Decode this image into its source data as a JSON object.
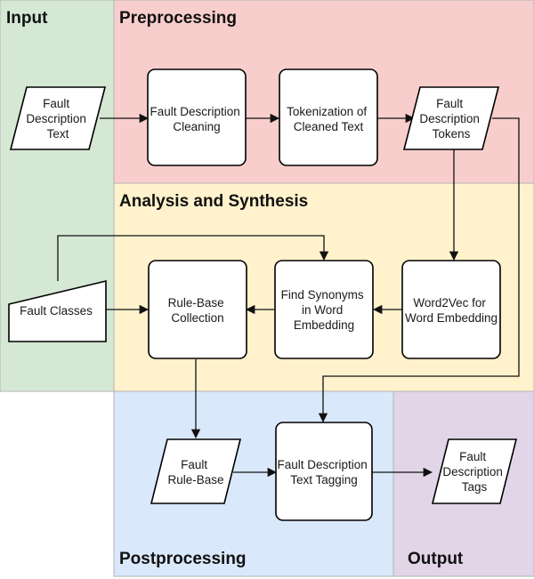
{
  "regions": {
    "input": "Input",
    "preprocessing": "Preprocessing",
    "analysis": "Analysis and Synthesis",
    "postprocessing": "Postprocessing",
    "output": "Output"
  },
  "nodes": {
    "fault_description_text": [
      "Fault",
      "Description",
      "Text"
    ],
    "fault_description_cleaning": [
      "Fault Description",
      "Cleaning"
    ],
    "tokenization": [
      "Tokenization of",
      "Cleaned Text"
    ],
    "fault_description_tokens": [
      "Fault",
      "Description",
      "Tokens"
    ],
    "fault_classes": [
      "Fault Classes"
    ],
    "rule_base_collection": [
      "Rule-Base",
      "Collection"
    ],
    "find_synonyms": [
      "Find Synonyms",
      "in Word",
      "Embedding"
    ],
    "word2vec": [
      "Word2Vec for",
      "Word Embedding"
    ],
    "fault_rule_base": [
      "Fault",
      "Rule-Base"
    ],
    "text_tagging": [
      "Fault Description",
      "Text Tagging"
    ],
    "fault_description_tags": [
      "Fault",
      "Description",
      "Tags"
    ]
  },
  "colors": {
    "input_bg": "#d5e8d4",
    "preprocessing_bg": "#f8cecc",
    "analysis_bg": "#fff2cc",
    "postprocessing_bg": "#dae8fc",
    "output_bg": "#e1d5e7",
    "region_border": "#b3b3b3"
  }
}
